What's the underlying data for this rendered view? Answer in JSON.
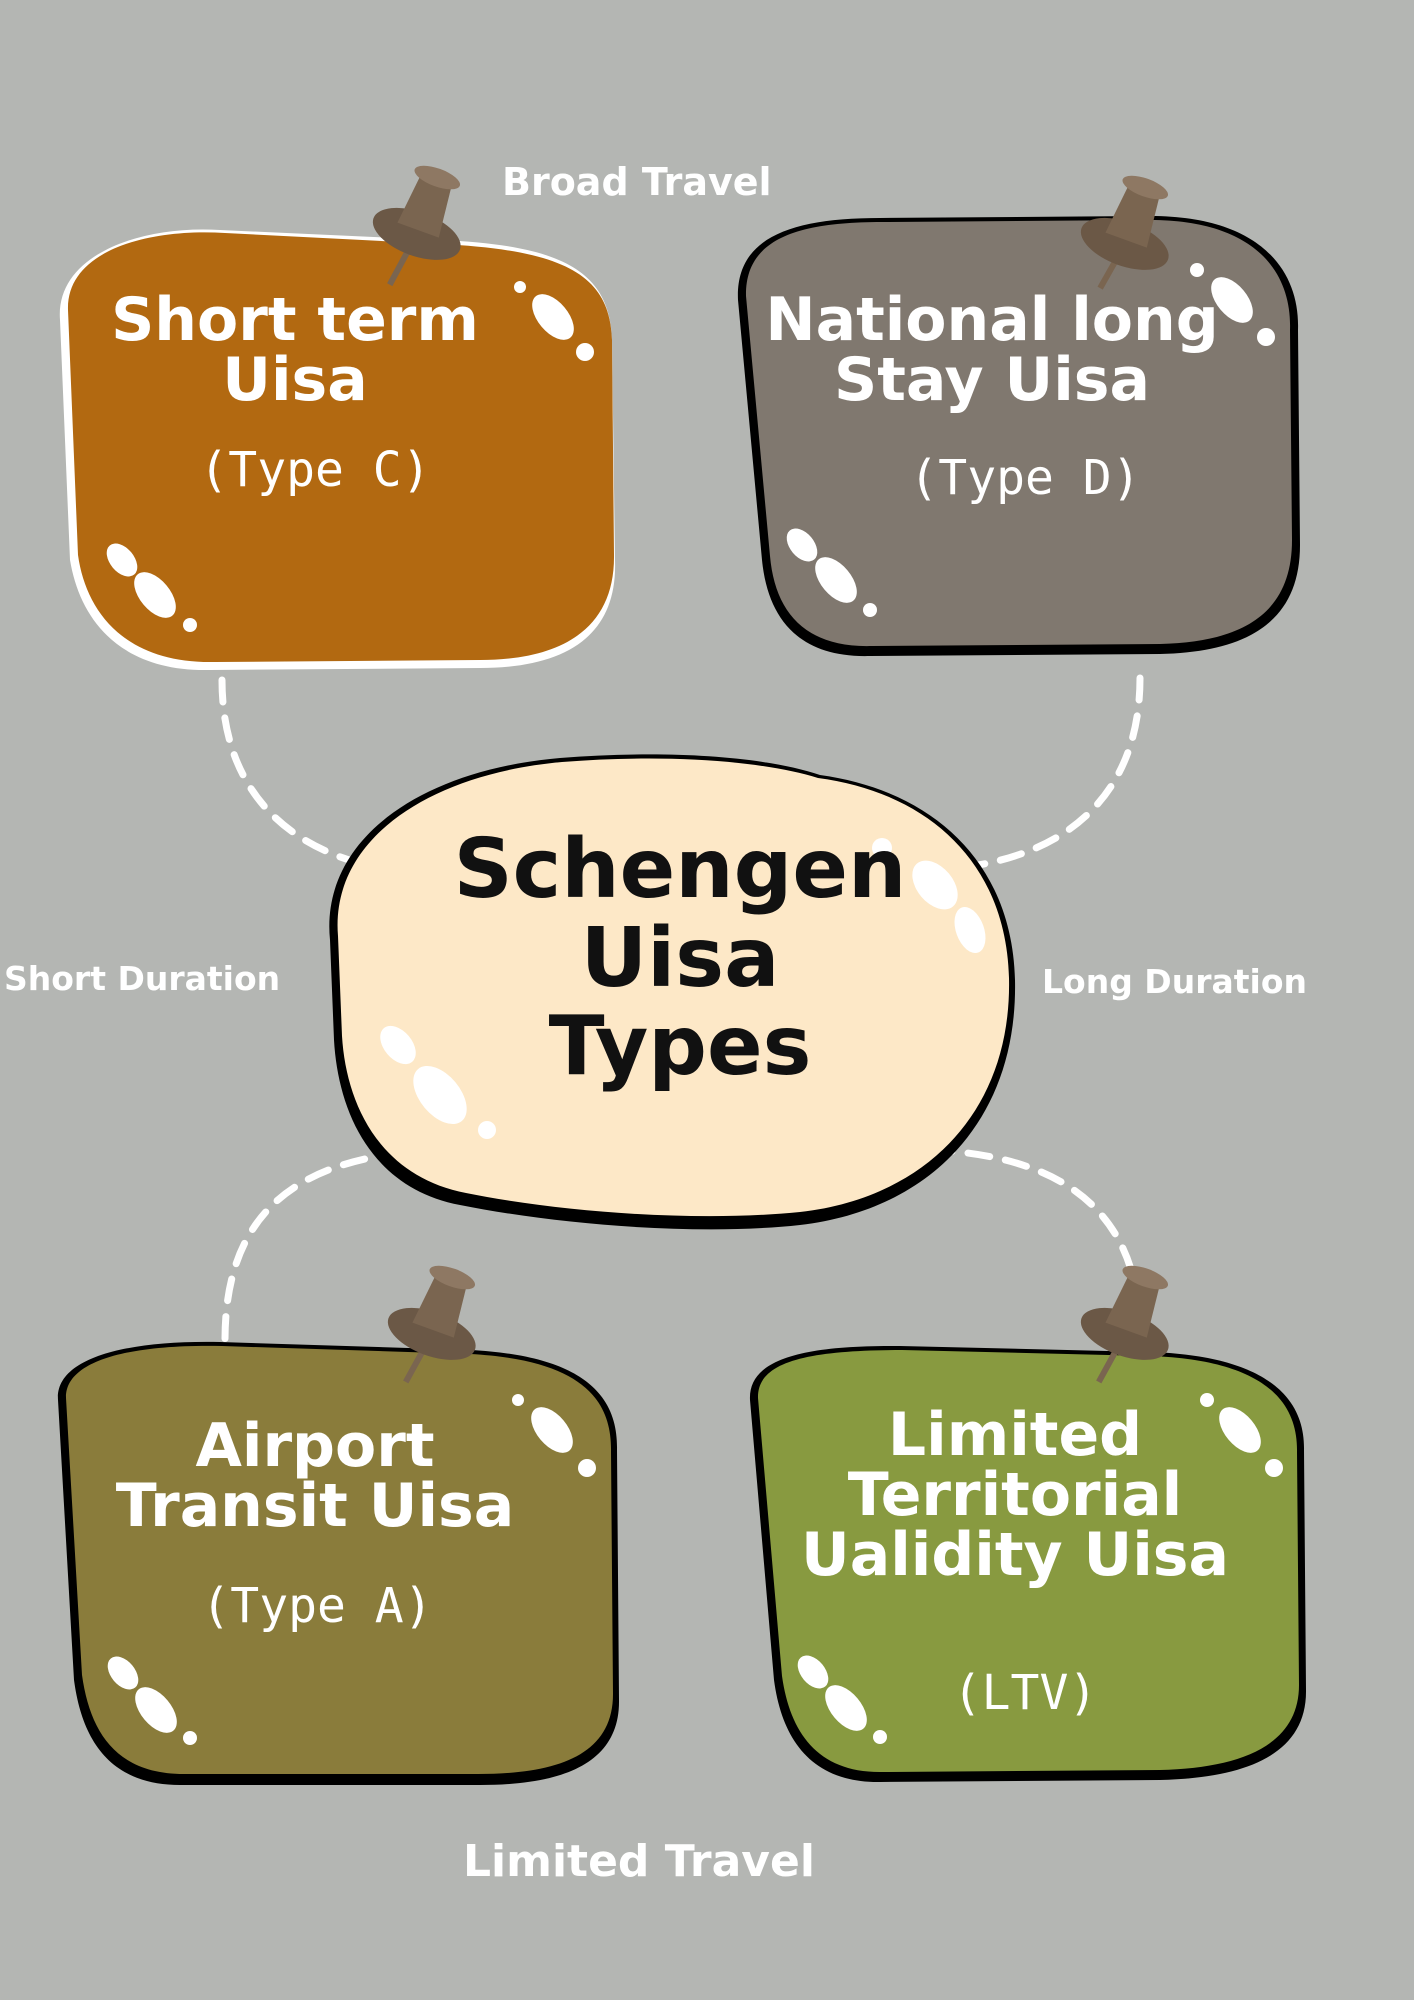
{
  "center": {
    "line1": "Schengen",
    "line2": "Uisa",
    "line3": "Types"
  },
  "side_labels": {
    "top": "Broad Travel",
    "bottom": "Limited Travel",
    "left": "Short Duration",
    "right": "Long Duration"
  },
  "cards": {
    "short_term": {
      "line1": "Short term",
      "line2": "Uisa",
      "sub": "(Type C)"
    },
    "national_long_stay": {
      "line1": "National long",
      "line2": "Stay Uisa",
      "sub": "(Type D)"
    },
    "airport_transit": {
      "line1": "Airport",
      "line2": "Transit Uisa",
      "sub": "(Type A)"
    },
    "limited_territorial": {
      "line1": "Limited",
      "line2": "Territorial",
      "line3": "Ualidity Uisa",
      "sub": "(LTV)"
    }
  },
  "colors": {
    "background": "#b4b6b3",
    "short_term": "#b26911",
    "national_long_stay": "#80786f",
    "airport_transit": "#8a7c3b",
    "limited_territorial": "#889a40",
    "center": "#fde8c7",
    "pin": "#7a6550",
    "connector": "#ffffff"
  }
}
